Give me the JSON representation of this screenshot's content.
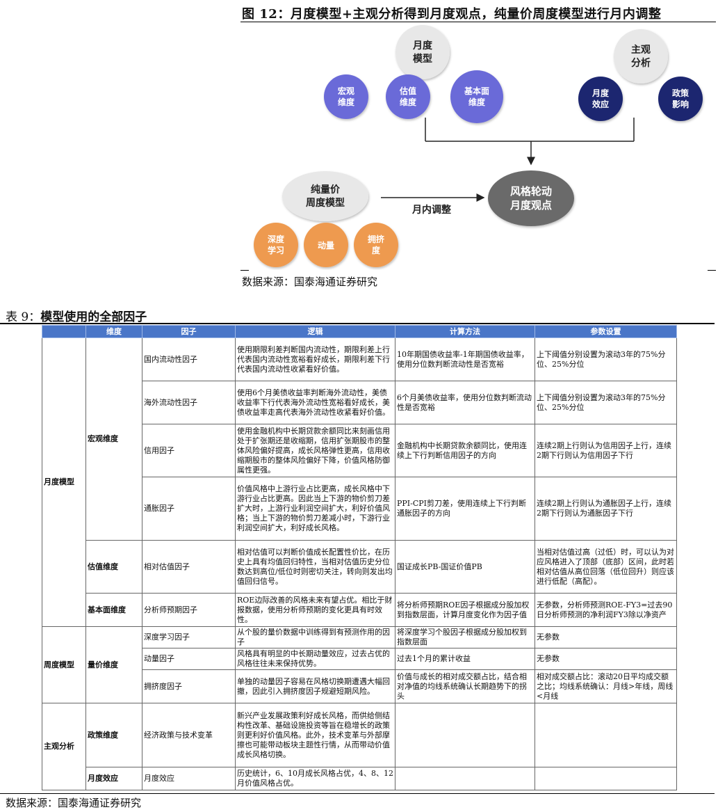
{
  "figure": {
    "title": "图 12：月度模型+主观分析得到月度观点，纯量价周度模型进行月内调整",
    "source": "数据来源：国泰海通证券研究",
    "nodes": {
      "monthly_model": [
        "月度",
        "模型"
      ],
      "subjective": [
        "主观",
        "分析"
      ],
      "macro": [
        "宏观",
        "维度"
      ],
      "valuation": [
        "估值",
        "维度"
      ],
      "fundamental": [
        "基本面",
        "维度"
      ],
      "monthly_effect": [
        "月度",
        "效应"
      ],
      "policy": [
        "政策",
        "影响"
      ],
      "weekly_model": [
        "纯量价",
        "周度模型"
      ],
      "rotation": [
        "风格轮动",
        "月度观点"
      ],
      "deep_learning": [
        "深度",
        "学习"
      ],
      "momentum": [
        "动量"
      ],
      "crowding": [
        "拥挤",
        "度"
      ]
    },
    "arrow_label": "月内调整"
  },
  "table": {
    "title_prefix": "表 9：",
    "title": "模型使用的全部因子",
    "source": "数据来源：国泰海通证券研究",
    "headers": [
      "",
      "维度",
      "因子",
      "逻辑",
      "计算方法",
      "参数设置"
    ],
    "groups": {
      "monthly": "月度模型",
      "weekly": "周度模型",
      "subjective": "主观分析"
    },
    "dims": {
      "macro": "宏观维度",
      "valuation": "估值维度",
      "fundamental": "基本面维度",
      "volume_price": "量价维度",
      "policy": "政策维度",
      "monthly_effect": "月度效应"
    },
    "rows": [
      {
        "factor": "国内流动性因子",
        "logic": "使用期限利差判断国内流动性，期限利差上行代表国内流动性宽裕看好成长，期限利差下行代表国内流动性收紧看好价值。",
        "method": "10年期国债收益率-1年期国债收益率，使用分位数判断流动性是否宽裕",
        "params": "上下阈值分别设置为滚动3年的75%分位、25%分位"
      },
      {
        "factor": "海外流动性因子",
        "logic": "使用6个月美债收益率判断海外流动性，美债收益率下行代表海外流动性宽裕看好成长，美债收益率走高代表海外流动性收紧看好价值。",
        "method": "6个月美债收益率，使用分位数判断流动性是否宽裕",
        "params": "上下阈值分别设置为滚动3年的75%分位、25%分位"
      },
      {
        "factor": "信用因子",
        "logic": "使用金融机构中长期贷款余额同比来刻画信用处于扩张期还是收缩期，信用扩张期股市的整体风险偏好提高，成长风格弹性更高，信用收缩期股市的整体风险偏好下降，价值风格防御属性更强。",
        "method": "金融机构中长期贷款余额同比，使用连续上下行判断信用因子的方向",
        "params": "连续2期上行则认为信用因子上行，连续2期下行则认为信用因子下行"
      },
      {
        "factor": "通胀因子",
        "logic": "价值风格中上游行业占比更高，成长风格中下游行业占比更高。因此当上下游的物价剪刀差扩大时，上游行业利润空间扩大，利好价值风格；当上下游的物价剪刀差减小时，下游行业利润空间扩大，利好成长风格。",
        "method": "PPI-CPI剪刀差，使用连续上下行判断通胀因子的方向",
        "params": "连续2期上行则认为通胀因子上行，连续2期下行则认为通胀因子下行"
      },
      {
        "factor": "相对估值因子",
        "logic": "相对估值可以判断价值成长配置性价比，在历史上具有均值回归特性，当相对估值历史分位数达到高位/低位时则密切关注，转向则发出均值回归信号。",
        "method": "国证成长PB-国证价值PB",
        "params": "当相对估值过高（过低）时，可以认为对应风格进入了顶部（底部）区间，此时若相对估值从高位回落（低位回升）则应该进行低配（高配）。"
      },
      {
        "factor": "分析师预期因子",
        "logic": "ROE边际改善的风格未来有望占优。相比于财报数据，使用分析师预期的变化更具有时效性。",
        "method": "将分析师预期ROE因子根据成分股加权到指数层面，计算月度变化作为因子值",
        "params": "无参数，分析师预测ROE-FY3=过去90日分析师预测的净利润FY3除以净资产"
      },
      {
        "factor": "深度学习因子",
        "logic": "从个股的量价数据中训练得到有预测作用的因子",
        "method": "将深度学习个股因子根据成分股加权到指数层面",
        "params": "无参数"
      },
      {
        "factor": "动量因子",
        "logic": "风格具有明显的中长期动量效应，过去占优的风格往往未来保持优势。",
        "method": "过去1个月的累计收益",
        "params": "无参数"
      },
      {
        "factor": "拥挤度因子",
        "logic": "单独的动量因子容易在风格切换期遭遇大幅回撤，因此引入拥挤度因子规避短期风险。",
        "method": "价值与成长的相对成交额占比，结合相对净值的均线系统确认长期趋势下的拐头",
        "params": "相对成交额占比：滚动20日平均成交额之比；均线系统确认：月线>年线，周线<月线"
      },
      {
        "factor": "经济政策与技术变革",
        "logic": "新兴产业发展政策利好成长风格，而供给侧结构性改革、基础设施投资等旨在稳增长的政策则更利好价值风格。此外，技术变革与外部摩擦也可能带动板块主题性行情，从而带动价值成长风格切换。",
        "method": "",
        "params": ""
      },
      {
        "factor": "月度效应",
        "logic": "历史统计，6、10月成长风格占优，4、8、12月价值风格占优。",
        "method": "",
        "params": ""
      }
    ]
  },
  "colors": {
    "purple": "#6a6ad8",
    "navy": "#1c2770",
    "orange": "#ee9a50",
    "gray_light": "#e8e8e8",
    "gray_dark": "#6b6b6b",
    "header_blue": "#4a76c8"
  }
}
